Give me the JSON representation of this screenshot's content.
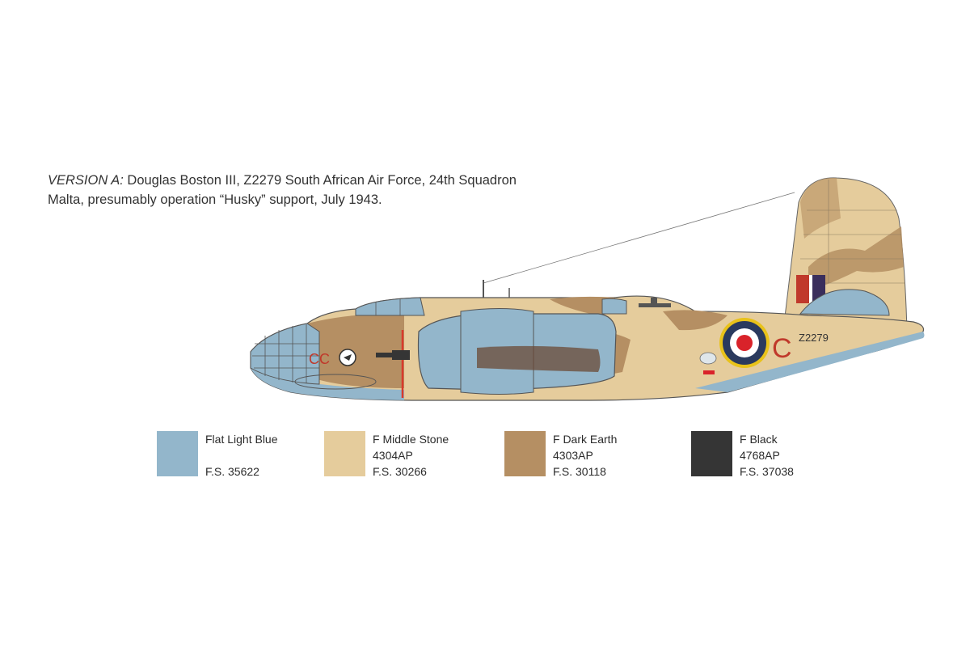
{
  "caption": {
    "version": "VERSION A:",
    "line1_rest": " Douglas Boston III, Z2279 South African Air Force, 24th Squadron",
    "line2": "Malta, presumably operation “Husky” support, July 1943."
  },
  "markings": {
    "serial": "Z2279",
    "code_nose": "CC",
    "code_tail": "C"
  },
  "colors": [
    {
      "name": "Flat Light Blue",
      "ref": "",
      "fs": "F.S. 35622",
      "hex": "#93b6cb"
    },
    {
      "name": "F Middle Stone",
      "ref": "4304AP",
      "fs": "F.S. 30266",
      "hex": "#e5cc9c"
    },
    {
      "name": "F Dark Earth",
      "ref": "4303AP",
      "fs": "F.S. 30118",
      "hex": "#b58f63"
    },
    {
      "name": "F Black",
      "ref": "4768AP",
      "fs": "F.S. 37038",
      "hex": "#353535"
    }
  ]
}
